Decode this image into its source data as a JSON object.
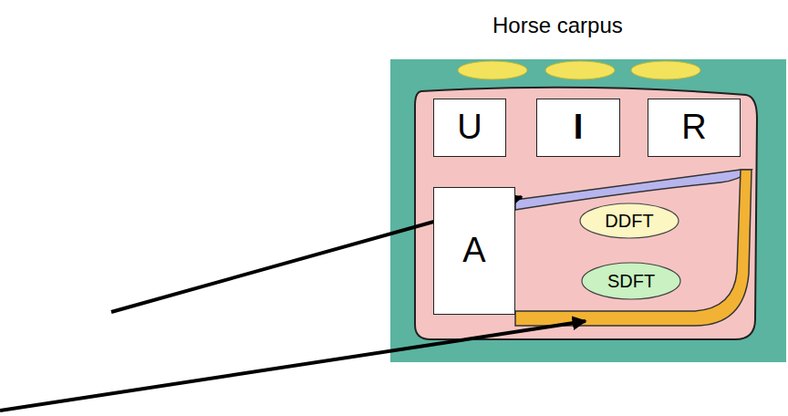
{
  "diagram": {
    "title": "Horse carpus",
    "nodes": [
      {
        "text": [
          "U"
        ]
      },
      {
        "text": [
          "I"
        ]
      },
      {
        "text": [
          "R"
        ]
      },
      {
        "text": [
          "A"
        ]
      },
      {
        "text": [
          "DDFT"
        ]
      },
      {
        "text": [
          "SDFT"
        ]
      }
    ]
  }
}
